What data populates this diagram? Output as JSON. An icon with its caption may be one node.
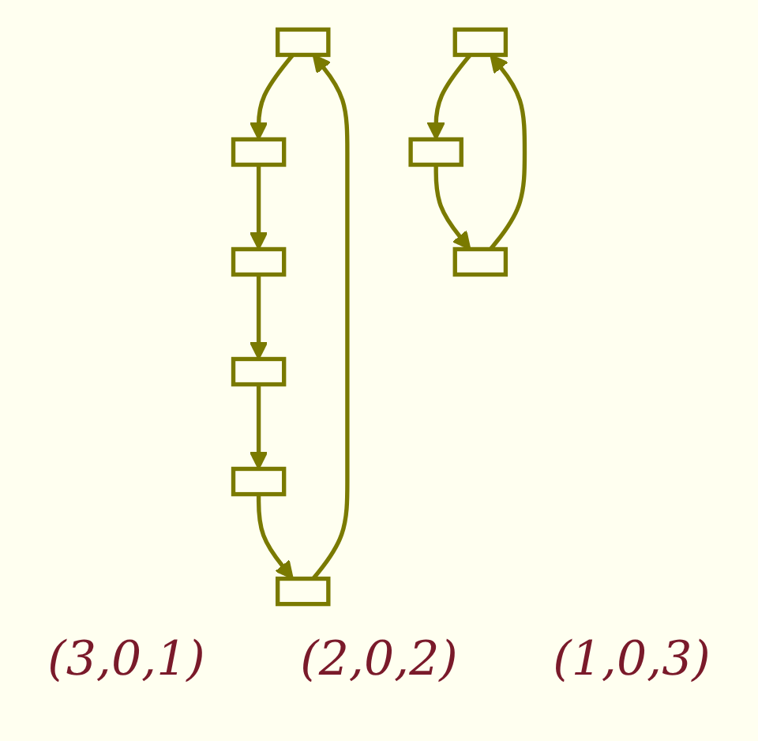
{
  "diagram": {
    "nodes": [
      {
        "text": [],
        "shape": "box"
      },
      {
        "text": [],
        "shape": "box"
      },
      {
        "text": [],
        "shape": "box"
      },
      {
        "text": [],
        "shape": "box"
      },
      {
        "text": [],
        "shape": "box"
      },
      {
        "text": [],
        "shape": "box"
      },
      {
        "text": [],
        "shape": "box"
      },
      {
        "text": [],
        "shape": "box"
      },
      {
        "text": [],
        "shape": "box"
      }
    ],
    "edges": [
      {
        "from": 0,
        "to": 1,
        "arrow": "to"
      },
      {
        "from": 1,
        "to": 6,
        "arrow": "to"
      },
      {
        "from": 2,
        "to": 3,
        "arrow": "to"
      },
      {
        "from": 3,
        "to": 7,
        "arrow": "to"
      },
      {
        "from": 4,
        "to": 5,
        "arrow": "to"
      },
      {
        "from": 5,
        "to": 8,
        "arrow": "to"
      },
      {
        "from": 8,
        "to": 0,
        "arrow": "to"
      },
      {
        "from": 7,
        "to": 2,
        "arrow": "to"
      },
      {
        "from": 6,
        "to": 4,
        "arrow": "to"
      }
    ],
    "labels": [
      "(3,0,1)",
      "(2,0,2)",
      "(1,0,3)"
    ]
  }
}
